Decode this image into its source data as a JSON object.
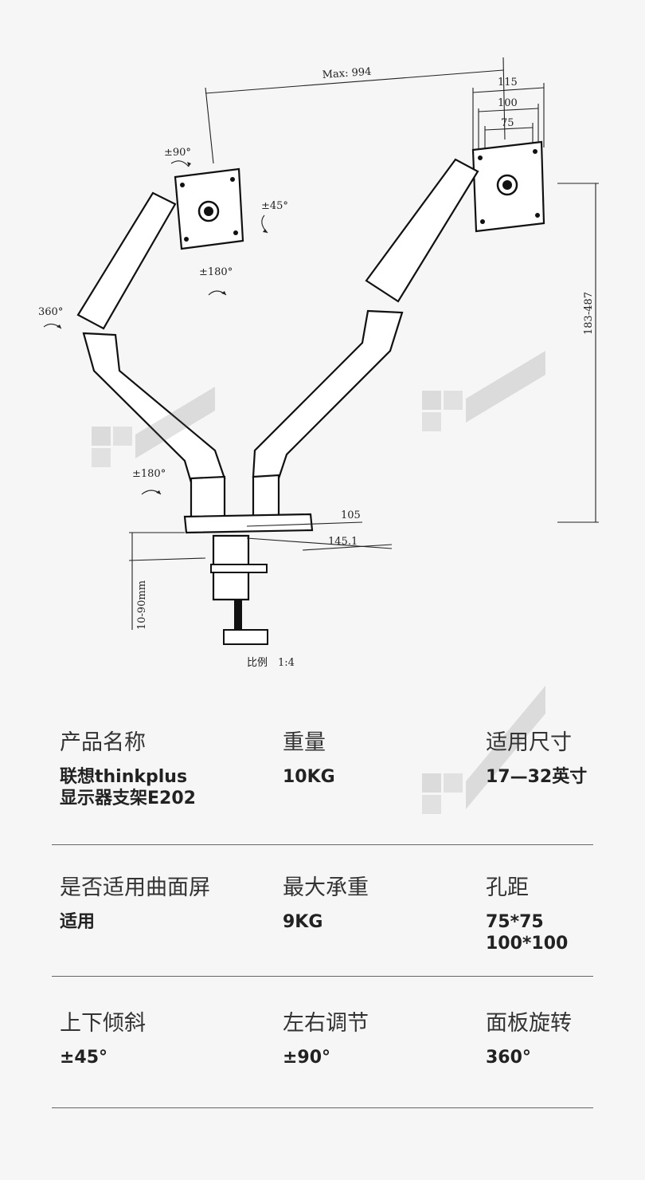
{
  "diagram": {
    "max_label": "Max: 994",
    "dim_115": "115",
    "dim_100": "100",
    "dim_75": "75",
    "height_label": "183-487",
    "tilt_90": "±90°",
    "tilt_45": "±45°",
    "rot_180_top": "±180°",
    "rot_360": "360°",
    "rot_180_base": "±180°",
    "dim_105": "105",
    "dim_1451": "145.1",
    "clamp_range": "10-90mm",
    "scale": "比例　1:4"
  },
  "specs": [
    [
      {
        "label": "产品名称",
        "value": "联想thinkplus\n显示器支架E202"
      },
      {
        "label": "重量",
        "value": "10KG"
      },
      {
        "label": "适用尺寸",
        "value": "17—32英寸"
      }
    ],
    [
      {
        "label": "是否适用曲面屏",
        "value": "适用"
      },
      {
        "label": "最大承重",
        "value": "9KG"
      },
      {
        "label": "孔距",
        "value": "75*75\n100*100"
      }
    ],
    [
      {
        "label": "上下倾斜",
        "value": "±45°"
      },
      {
        "label": "左右调节",
        "value": "±90°"
      },
      {
        "label": "面板旋转",
        "value": "360°"
      }
    ]
  ]
}
